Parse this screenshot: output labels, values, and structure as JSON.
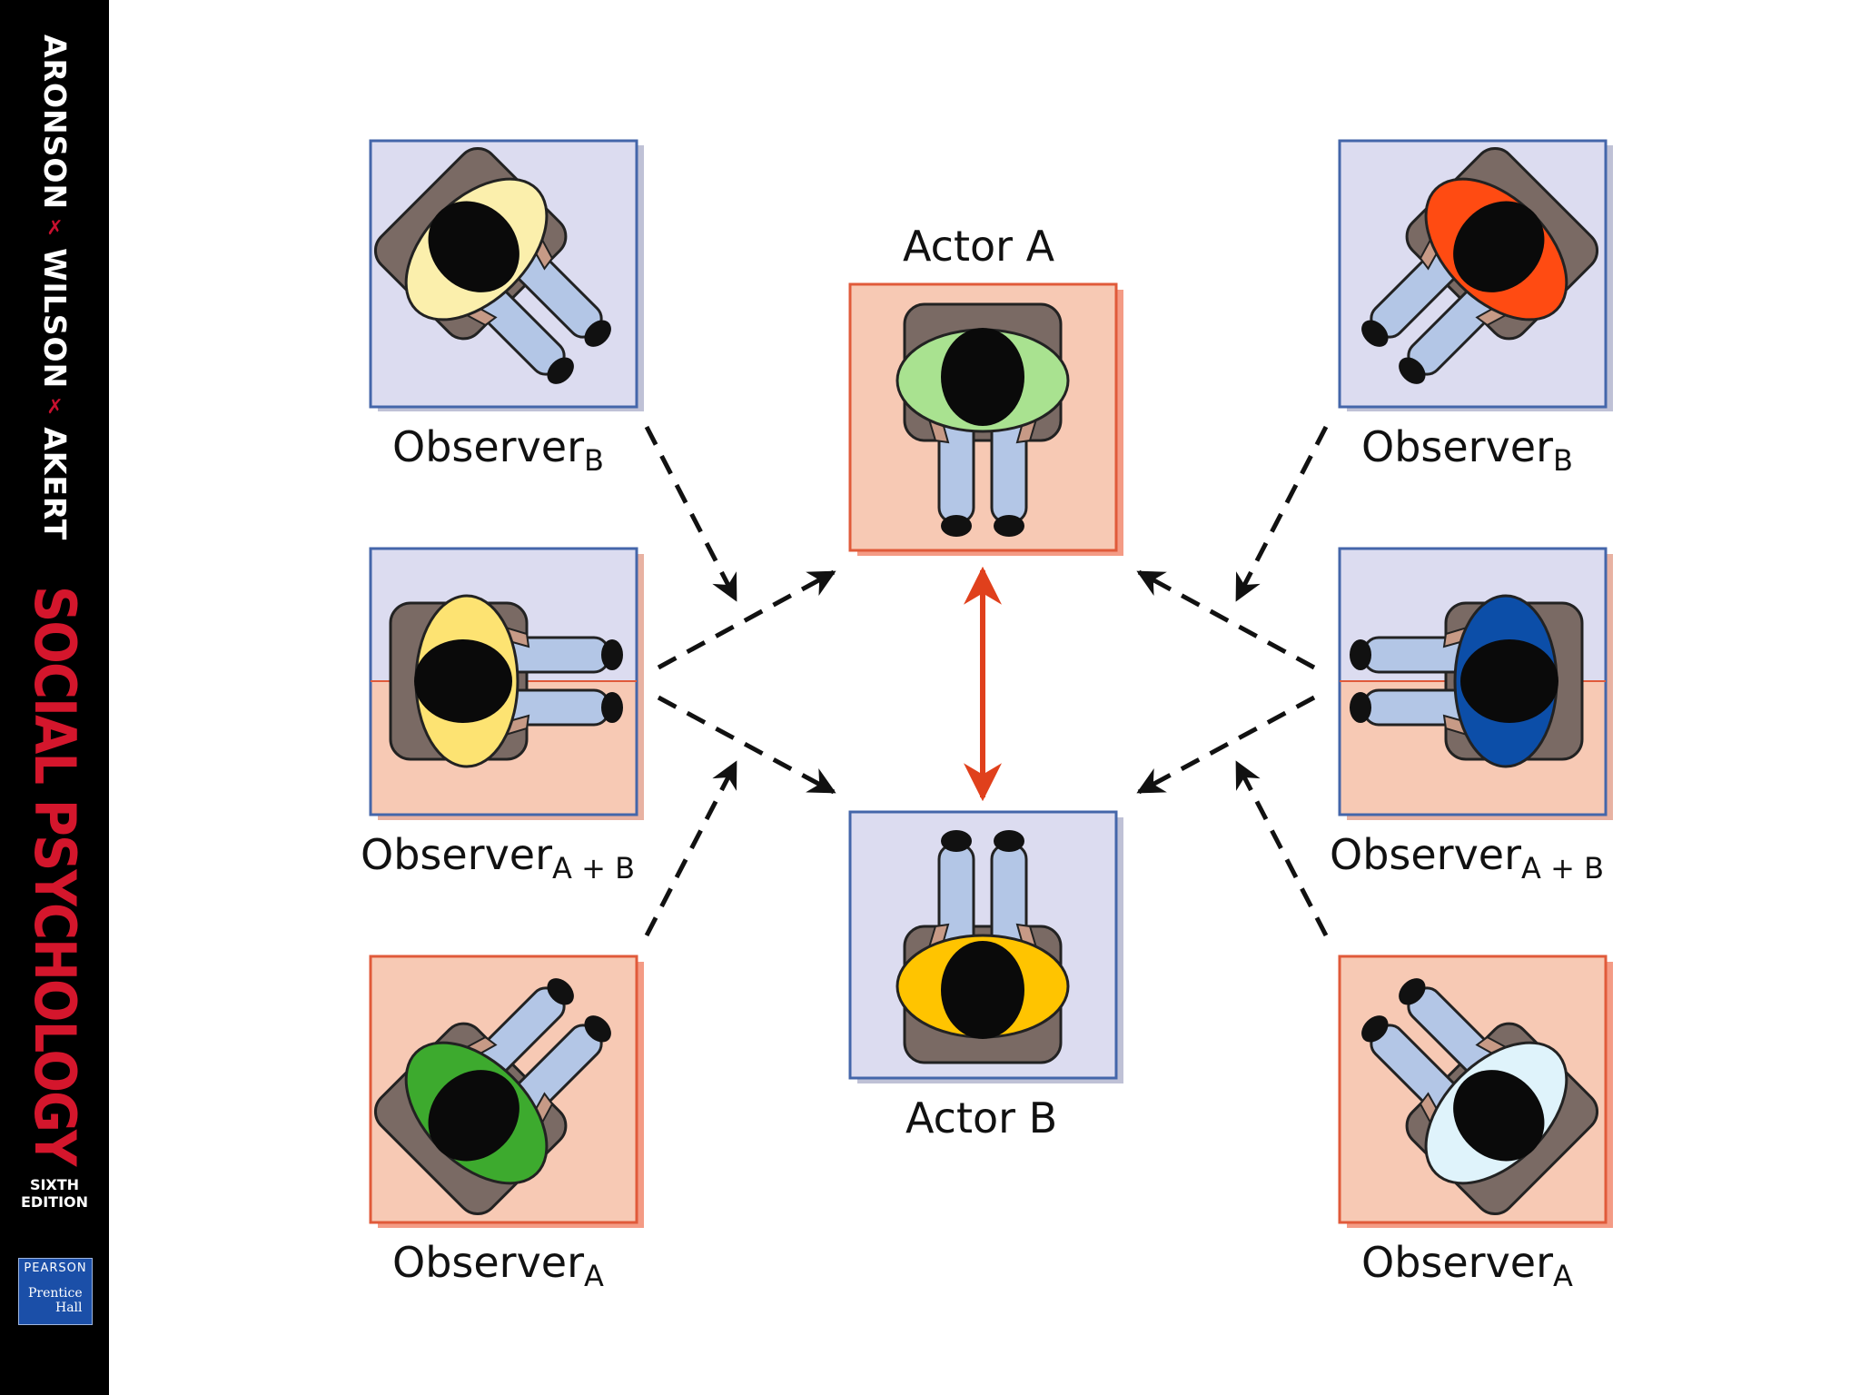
{
  "spine": {
    "authors": [
      "ARONSON",
      "WILSON",
      "AKERT"
    ],
    "title": "SOCIAL PSYCHOLOGY",
    "edition_line1": "SIXTH",
    "edition_line2": "EDITION",
    "publisher_top": "PEARSON",
    "publisher_bottom_1": "Prentice",
    "publisher_bottom_2": "Hall"
  },
  "labels": {
    "actor_a": "Actor A",
    "actor_b": "Actor B",
    "observer_b_left": {
      "base": "Observer",
      "sub": "B"
    },
    "observer_b_right": {
      "base": "Observer",
      "sub": "B"
    },
    "observer_ab_left": {
      "base": "Observer",
      "sub": "A + B"
    },
    "observer_ab_right": {
      "base": "Observer",
      "sub": "A + B"
    },
    "observer_a_left": {
      "base": "Observer",
      "sub": "A"
    },
    "observer_a_right": {
      "base": "Observer",
      "sub": "A"
    }
  },
  "colors": {
    "blue_panel": "#dcdcf0",
    "blue_border": "#4466aa",
    "peach_panel": "#f7c9b4",
    "peach_border": "#e05a3a",
    "arrow_black": "#111111",
    "arrow_red": "#e0401c",
    "pants": "#b3c6e6",
    "chair": "#7a6a64",
    "hair": "#0a0a0a",
    "skin": "#c79a86",
    "shirt_observer_b_left": "#fbefac",
    "shirt_observer_b_right": "#ff4b12",
    "shirt_actor_a": "#a9e290",
    "shirt_actor_b": "#ffc400",
    "shirt_observer_ab_left": "#fde372",
    "shirt_observer_ab_right": "#0c4ea8",
    "shirt_observer_a_left": "#3daa2e",
    "shirt_observer_a_right": "#dff3fb"
  }
}
